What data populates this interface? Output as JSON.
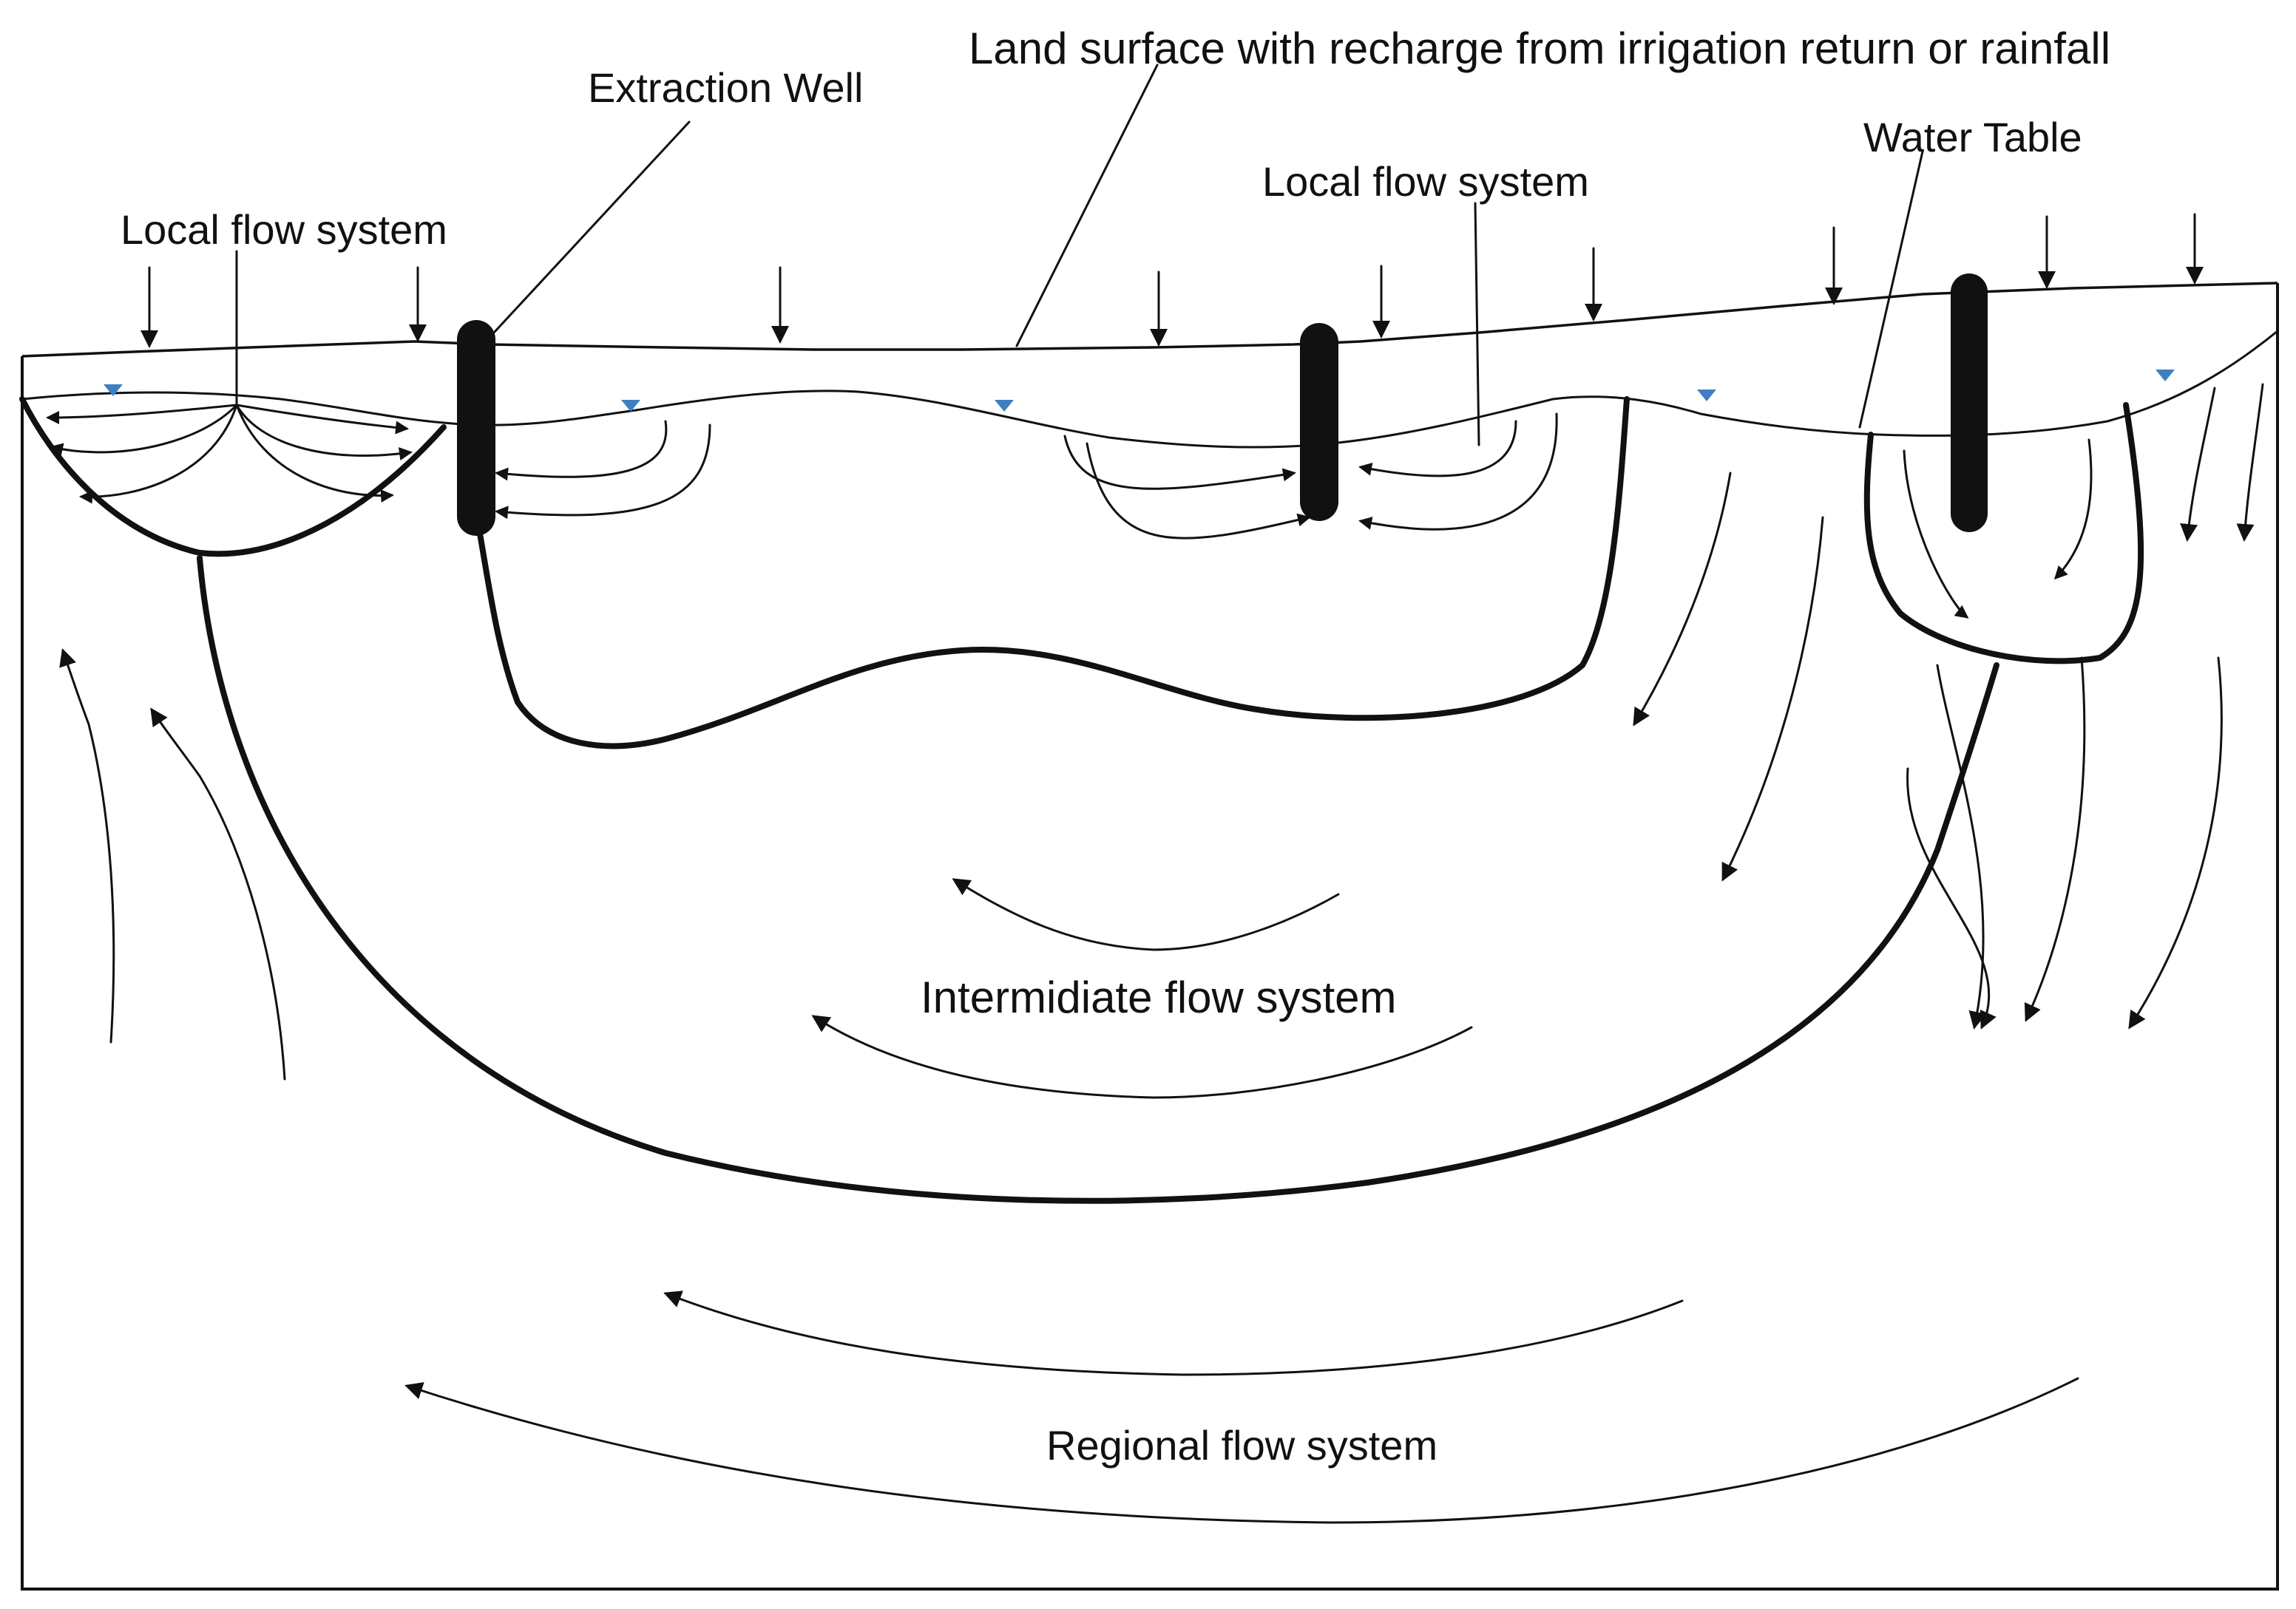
{
  "labels": {
    "land_surface": "Land surface with recharge from irrigation return or rainfall",
    "extraction_well": "Extraction Well",
    "water_table": "Water Table",
    "local_flow_left": "Local flow system",
    "local_flow_mid": "Local flow system",
    "intermediate_flow": "Intermidiate flow system",
    "regional_flow": "Regional flow system"
  },
  "colors": {
    "line": "#111111",
    "water_table_marker": "#3d7fc1",
    "background": "#ffffff"
  },
  "icons": {
    "well": "extraction-well-icon",
    "water_table_marker": "water-table-triangle-icon",
    "recharge_arrow": "down-arrow-icon"
  }
}
